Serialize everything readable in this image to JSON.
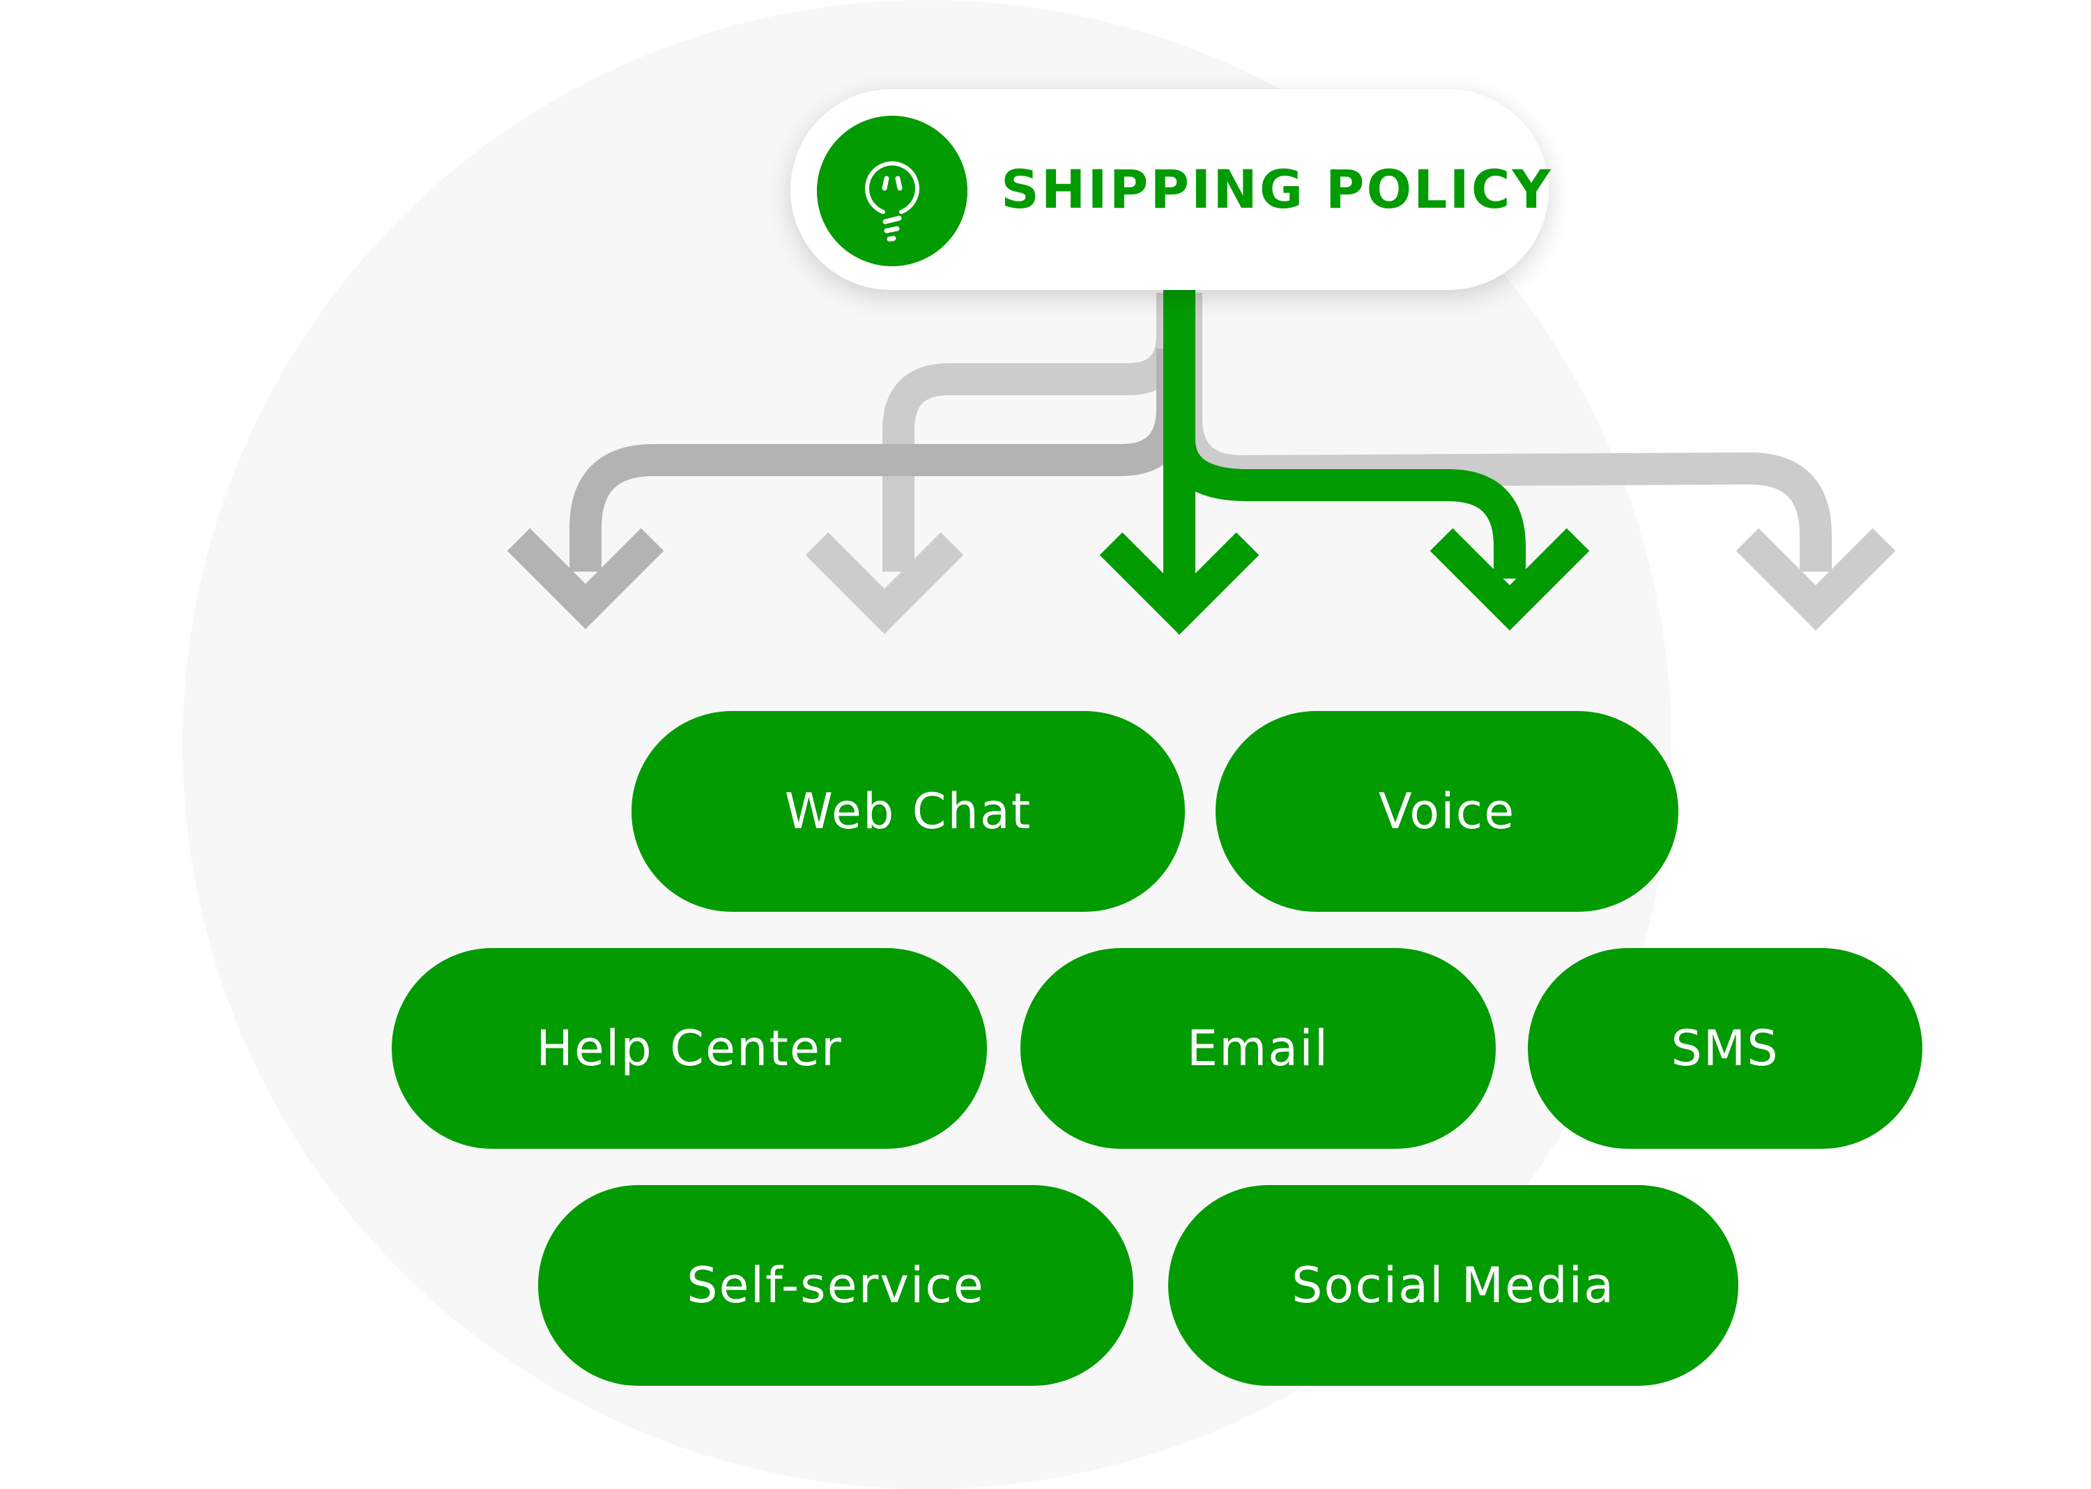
{
  "header": {
    "title": "SHIPPING POLICY",
    "icon": "lightbulb-icon"
  },
  "channels": [
    "Web Chat",
    "Voice",
    "Help Center",
    "Email",
    "SMS",
    "Self-service",
    "Social Media"
  ],
  "colors": {
    "accent": "#029b02",
    "connector_light": "#cccccc",
    "connector_dark": "#b3b3b3",
    "background_circle": "#f7f7f7"
  }
}
